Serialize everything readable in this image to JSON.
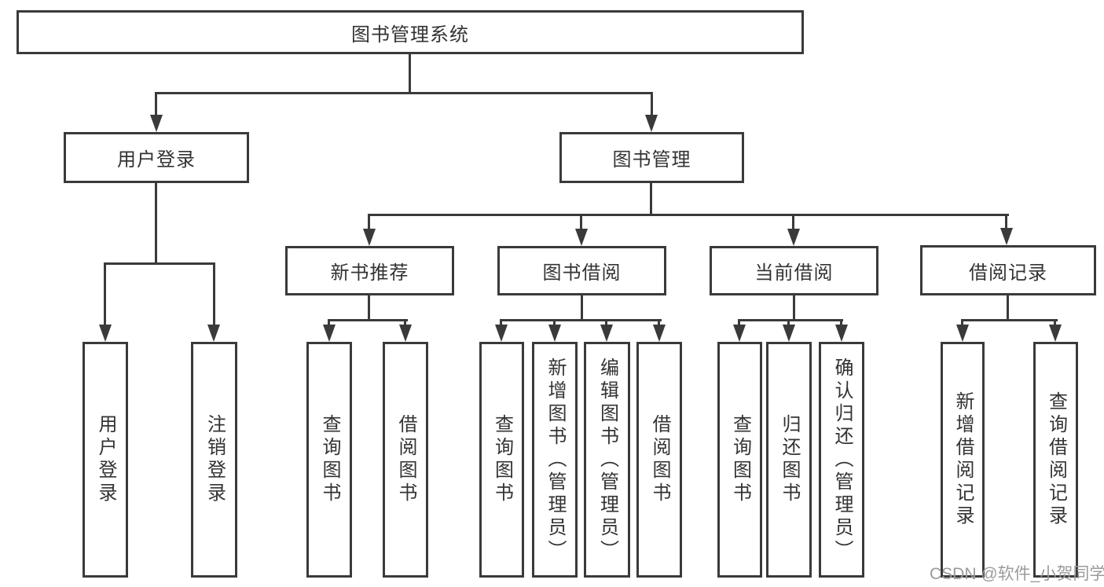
{
  "diagram": {
    "title": "图书管理系统",
    "watermark": "CSDN @软件_小贺同学",
    "colors": {
      "line": "#3a3a3a",
      "text": "#333333",
      "background": "#ffffff",
      "watermark": "#9b9b9b"
    },
    "nodes": {
      "root": {
        "label": "图书管理系统"
      },
      "user_login": {
        "label": "用户登录"
      },
      "book_mgmt": {
        "label": "图书管理"
      },
      "new_book_rec": {
        "label": "新书推荐"
      },
      "book_borrow": {
        "label": "图书借阅"
      },
      "current_borrow": {
        "label": "当前借阅"
      },
      "borrow_record": {
        "label": "借阅记录"
      },
      "login": {
        "label": "用户登录"
      },
      "logout": {
        "label": "注销登录"
      },
      "nbr_query": {
        "label": "查询图书"
      },
      "nbr_borrow": {
        "label": "借阅图书"
      },
      "bb_query": {
        "label": "查询图书"
      },
      "bb_add": {
        "label": "新增图书（管理员）"
      },
      "bb_edit": {
        "label": "编辑图书（管理员）"
      },
      "bb_borrow": {
        "label": "借阅图书"
      },
      "cb_query": {
        "label": "查询图书"
      },
      "cb_return": {
        "label": "归还图书"
      },
      "cb_confirm": {
        "label": "确认归还（管理员）"
      },
      "br_add": {
        "label": "新增借阅记录"
      },
      "br_query": {
        "label": "查询借阅记录"
      }
    },
    "tree": {
      "root": "图书管理系统",
      "children": [
        {
          "label": "用户登录",
          "children": [
            "用户登录",
            "注销登录"
          ]
        },
        {
          "label": "图书管理",
          "children": [
            {
              "label": "新书推荐",
              "children": [
                "查询图书",
                "借阅图书"
              ]
            },
            {
              "label": "图书借阅",
              "children": [
                "查询图书",
                "新增图书（管理员）",
                "编辑图书（管理员）",
                "借阅图书"
              ]
            },
            {
              "label": "当前借阅",
              "children": [
                "查询图书",
                "归还图书",
                "确认归还（管理员）"
              ]
            },
            {
              "label": "借阅记录",
              "children": [
                "新增借阅记录",
                "查询借阅记录"
              ]
            }
          ]
        }
      ]
    }
  }
}
